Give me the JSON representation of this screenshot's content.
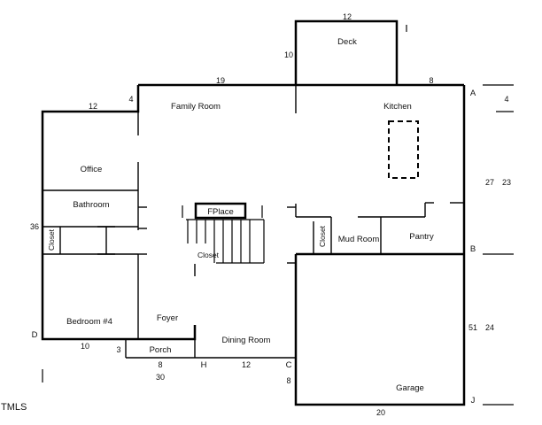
{
  "rooms": {
    "deck": "Deck",
    "family_room": "Family Room",
    "kitchen": "Kitchen",
    "office": "Office",
    "bathroom": "Bathroom",
    "fireplace": "FPlace",
    "closet_left": "Closet",
    "closet_center": "Closet",
    "closet_right": "Closet",
    "mud_room": "Mud Room",
    "pantry": "Pantry",
    "bedroom4": "Bedroom #4",
    "foyer": "Foyer",
    "porch": "Porch",
    "dining_room": "Dining Room",
    "garage": "Garage"
  },
  "dimensions": {
    "deck_width": "12",
    "deck_depth": "10",
    "top_left": "19",
    "top_right": "8",
    "office_width": "12",
    "office_offset": "4",
    "right_top": "4",
    "right_upper_inner": "27",
    "right_upper_outer": "23",
    "left_height": "36",
    "right_lower_inner": "51",
    "right_lower_outer": "24",
    "bottom_left": "10",
    "porch_depth": "3",
    "porch_width": "8",
    "overall_bottom": "30",
    "dining_width": "12",
    "garage_offset": "8",
    "garage_width": "20"
  },
  "corners": {
    "a": "A",
    "b": "B",
    "c": "C",
    "d": "D",
    "h": "H",
    "i": "I",
    "j": "J"
  },
  "watermark": "TMLS"
}
